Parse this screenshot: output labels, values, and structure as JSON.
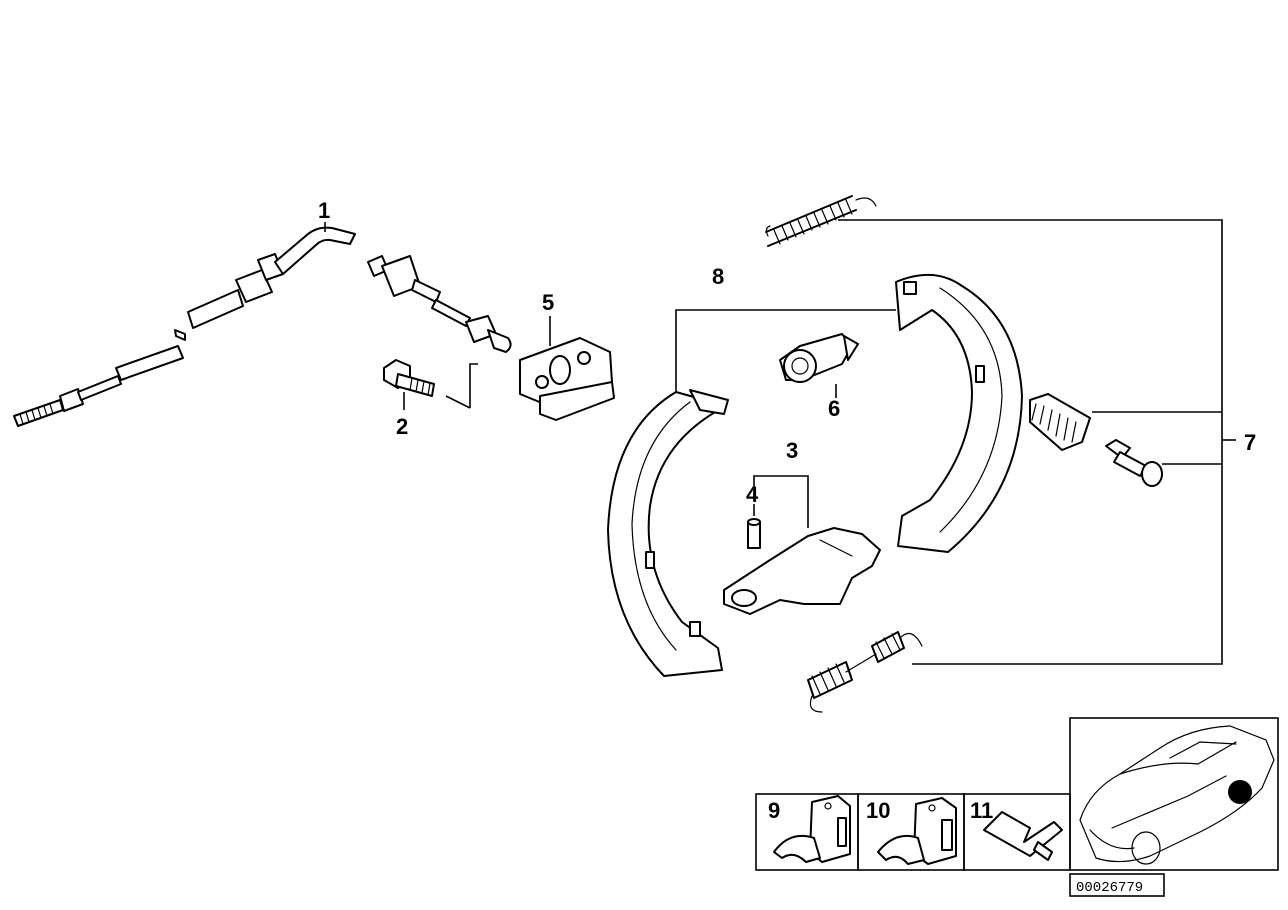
{
  "callouts": [
    {
      "id": "1",
      "label": "1"
    },
    {
      "id": "2",
      "label": "2"
    },
    {
      "id": "3",
      "label": "3"
    },
    {
      "id": "4",
      "label": "4"
    },
    {
      "id": "5",
      "label": "5"
    },
    {
      "id": "6",
      "label": "6"
    },
    {
      "id": "7",
      "label": "7"
    },
    {
      "id": "8",
      "label": "8"
    },
    {
      "id": "9",
      "label": "9"
    },
    {
      "id": "10",
      "label": "10"
    },
    {
      "id": "11",
      "label": "11"
    }
  ],
  "reference_number": "00026779",
  "colors": {
    "line": "#000000",
    "background": "#ffffff"
  }
}
